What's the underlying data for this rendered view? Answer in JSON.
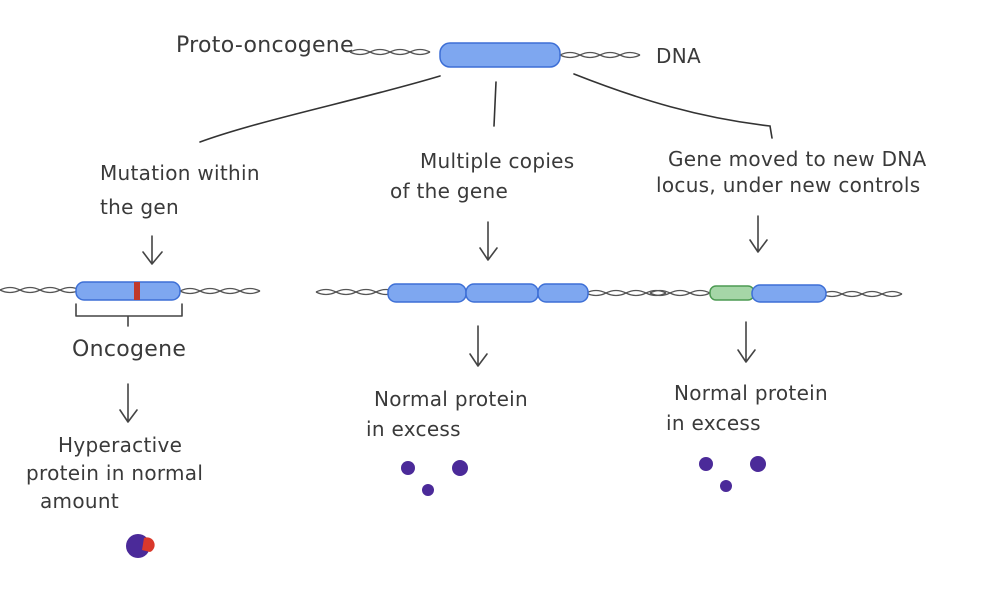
{
  "top": {
    "gene_label": "Proto-oncogene",
    "dna_label": "DNA"
  },
  "branches": [
    {
      "condition_lines": [
        "Mutation within",
        "the gen"
      ],
      "gene_result_label": "Oncogene",
      "outcome_lines": [
        "Hyperactive",
        "protein in normal",
        "amount"
      ]
    },
    {
      "condition_lines": [
        "Multiple copies",
        "of the gene"
      ],
      "outcome_lines": [
        "Normal protein",
        "in excess"
      ]
    },
    {
      "condition_lines": [
        "Gene moved to new DNA",
        "locus, under new controls"
      ],
      "outcome_lines": [
        "Normal protein",
        "in excess"
      ]
    }
  ],
  "colors": {
    "gene": "#7ea7f0",
    "gene_outline": "#3d6fd6",
    "mutation": "#c0392b",
    "new_control": "#a5d6a7",
    "new_control_outline": "#4c9a52",
    "protein": "#4b2a99",
    "mutant_site": "#d9382b"
  }
}
